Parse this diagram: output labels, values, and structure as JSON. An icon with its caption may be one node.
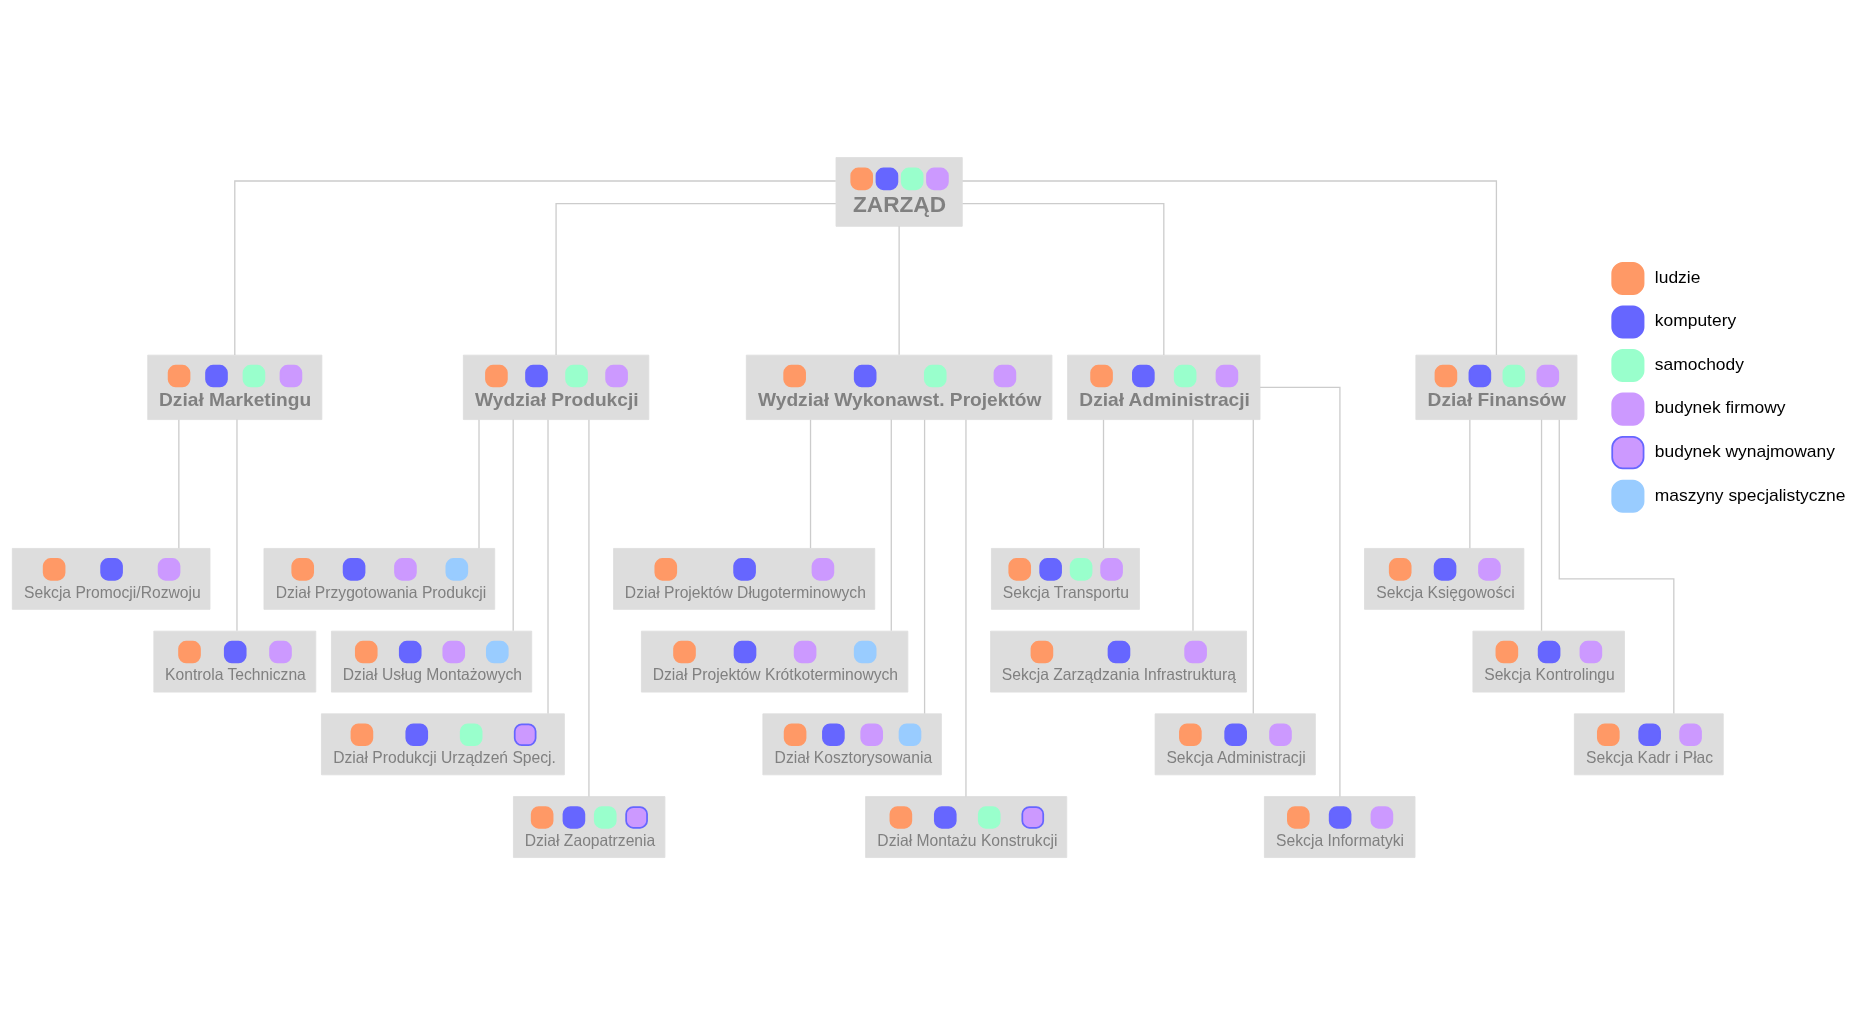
{
  "diagram": {
    "nodes": [
      {
        "text": [
          "ZARZĄD"
        ]
      },
      {
        "text": [
          "Dział Marketingu"
        ]
      },
      {
        "text": [
          "Sekcja Promocji/Rozwoju"
        ]
      },
      {
        "text": [
          "Kontrola Techniczna"
        ]
      },
      {
        "text": [
          "Wydział Produkcji"
        ]
      },
      {
        "text": [
          "Dział Przygotowania Produkcji"
        ]
      },
      {
        "text": [
          "Dział Usług Montażowych"
        ]
      },
      {
        "text": [
          "Dział Produkcji Urządzeń Specj."
        ]
      },
      {
        "text": [
          "Dział Zaopatrzenia"
        ]
      },
      {
        "text": [
          "Wydział Wykonawst. Projektów"
        ]
      },
      {
        "text": [
          "Dział Projektów Długoterminowych"
        ]
      },
      {
        "text": [
          "Dział Projektów Krótkoterminowych"
        ]
      },
      {
        "text": [
          "Dział Kosztorysowania"
        ]
      },
      {
        "text": [
          "Dział Montażu Konstrukcji"
        ]
      },
      {
        "text": [
          "Dział Administracji"
        ]
      },
      {
        "text": [
          "Sekcja Transportu"
        ]
      },
      {
        "text": [
          "Sekcja Zarządzania Infrastrukturą"
        ]
      },
      {
        "text": [
          "Sekcja Administracji"
        ]
      },
      {
        "text": [
          "Sekcja Informatyki"
        ]
      },
      {
        "text": [
          "Dział Finansów"
        ]
      },
      {
        "text": [
          "Sekcja Księgowości"
        ]
      },
      {
        "text": [
          "Sekcja Kontrolingu"
        ]
      },
      {
        "text": [
          "Sekcja Kadr i Płac"
        ]
      }
    ],
    "edges": [
      {
        "from": 0,
        "to": 1,
        "arrow": "none"
      },
      {
        "from": 0,
        "to": 4,
        "arrow": "none"
      },
      {
        "from": 0,
        "to": 9,
        "arrow": "none"
      },
      {
        "from": 0,
        "to": 14,
        "arrow": "none"
      },
      {
        "from": 0,
        "to": 19,
        "arrow": "none"
      },
      {
        "from": 1,
        "to": 2,
        "arrow": "none"
      },
      {
        "from": 1,
        "to": 3,
        "arrow": "none"
      },
      {
        "from": 4,
        "to": 5,
        "arrow": "none"
      },
      {
        "from": 4,
        "to": 6,
        "arrow": "none"
      },
      {
        "from": 4,
        "to": 7,
        "arrow": "none"
      },
      {
        "from": 4,
        "to": 8,
        "arrow": "none"
      },
      {
        "from": 9,
        "to": 10,
        "arrow": "none"
      },
      {
        "from": 9,
        "to": 11,
        "arrow": "none"
      },
      {
        "from": 9,
        "to": 12,
        "arrow": "none"
      },
      {
        "from": 9,
        "to": 13,
        "arrow": "none"
      },
      {
        "from": 14,
        "to": 15,
        "arrow": "none"
      },
      {
        "from": 14,
        "to": 16,
        "arrow": "none"
      },
      {
        "from": 14,
        "to": 17,
        "arrow": "none"
      },
      {
        "from": 14,
        "to": 18,
        "arrow": "none"
      },
      {
        "from": 19,
        "to": 20,
        "arrow": "none"
      },
      {
        "from": 19,
        "to": 21,
        "arrow": "none"
      },
      {
        "from": 19,
        "to": 22,
        "arrow": "none"
      }
    ],
    "legend": [
      {
        "text": "ludzie",
        "color": "#ff9966"
      },
      {
        "text": "komputery",
        "color": "#6666ff"
      },
      {
        "text": "samochody",
        "color": "#99ffcc"
      },
      {
        "text": "budynek firmowy",
        "color": "#cc99ff"
      },
      {
        "text": "budynek wynajmowany"
      },
      {
        "text": "maszyny specjalistyczne",
        "color": "#99ccff"
      }
    ]
  }
}
